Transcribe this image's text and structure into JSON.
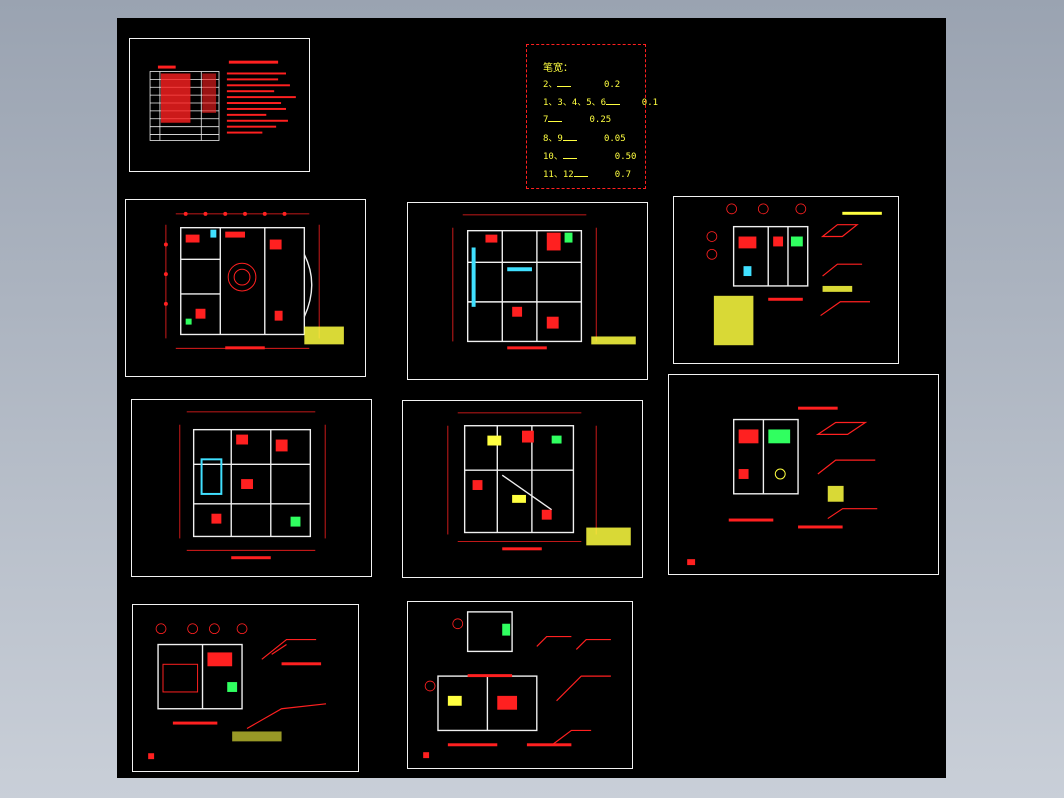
{
  "notes": {
    "title": "笔宽：",
    "rows": [
      {
        "left": "2、",
        "value": "0.2"
      },
      {
        "left": "1、3、4、5、6",
        "value": "0.1"
      },
      {
        "left": "7",
        "value": "0.25"
      },
      {
        "left": "8、9",
        "value": "0.05"
      },
      {
        "left": "10、",
        "value": "0.50"
      },
      {
        "left": "11、12",
        "value": "0.7"
      }
    ]
  },
  "colors": {
    "background_gradient": [
      "#9aa3b1",
      "#c9cfd8"
    ],
    "model_space": "#000000",
    "sheet_border": "#f2f2f2",
    "wall": "#f0f0f0",
    "dimension": "#ff2020",
    "annotation": "#ffff40",
    "pipe_cyan": "#40e0ff",
    "fixture_green": "#30ff60"
  }
}
